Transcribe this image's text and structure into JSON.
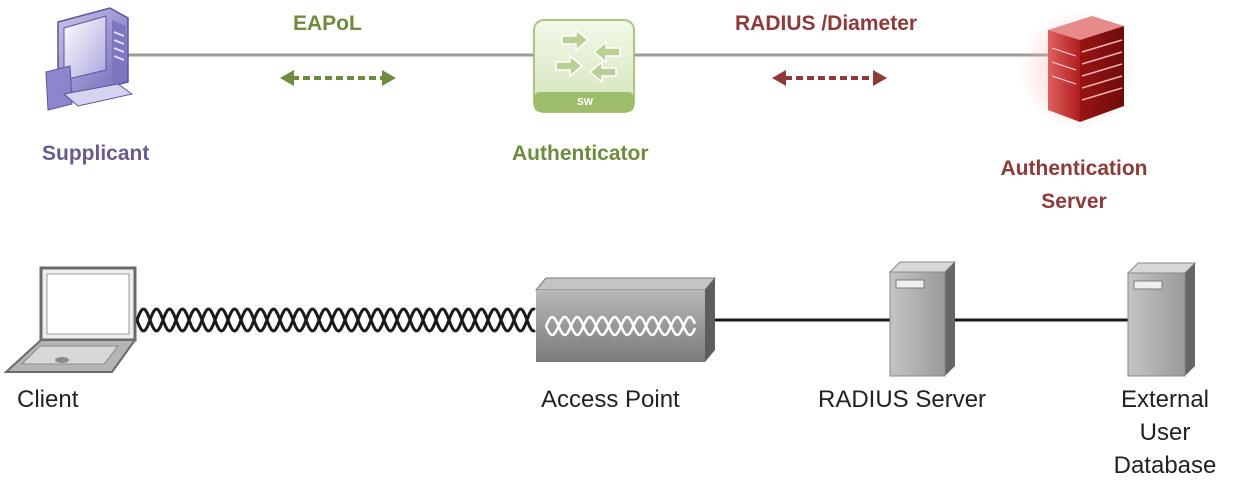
{
  "top_row": {
    "protocol_left": "EAPoL",
    "protocol_right": "RADIUS /Diameter",
    "switch_badge": "SW",
    "supplicant": "Supplicant",
    "authenticator": "Authenticator",
    "auth_server_line1": "Authentication",
    "auth_server_line2": "Server"
  },
  "bottom_row": {
    "client": "Client",
    "access_point": "Access Point",
    "radius_server": "RADIUS Server",
    "external_db_line1": "External",
    "external_db_line2": "User",
    "external_db_line3": "Database"
  },
  "colors": {
    "eapol_green": "#6d8c3e",
    "radius_red": "#8e3a3a",
    "supplicant_purple": "#6b5a8e",
    "device_gray": "#8a8a8a"
  }
}
